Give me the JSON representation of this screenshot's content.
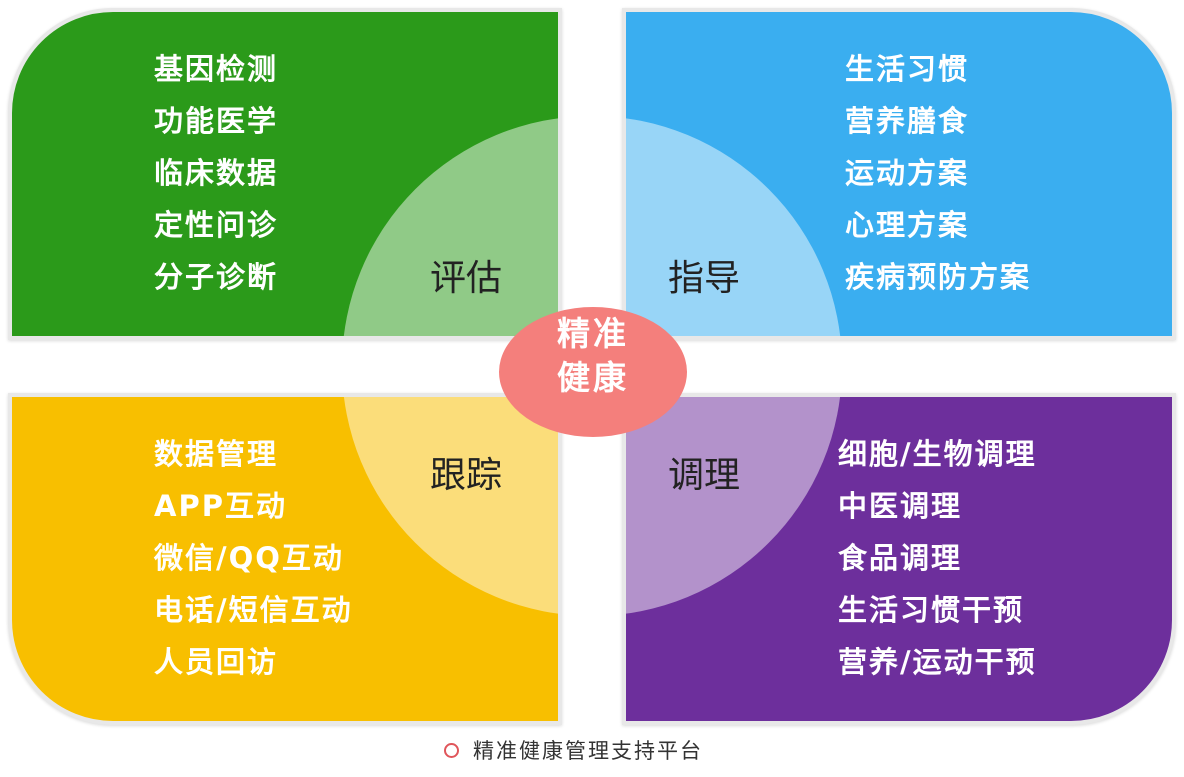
{
  "colors": {
    "evaluate": "#2b9a1a",
    "guide": "#3aaef0",
    "track": "#f8bf00",
    "condition": "#6d2f9c",
    "center": "#f47f7c",
    "circle_overlay": "#ffffff"
  },
  "quadrants": {
    "top_left": {
      "label": "评估",
      "items": [
        "基因检测",
        "功能医学",
        "临床数据",
        "定性问诊",
        "分子诊断"
      ]
    },
    "top_right": {
      "label": "指导",
      "items": [
        "生活习惯",
        "营养膳食",
        "运动方案",
        "心理方案",
        "疾病预防方案"
      ]
    },
    "bottom_left": {
      "label": "跟踪",
      "items": [
        "数据管理",
        "APP互动",
        "微信/QQ互动",
        "电话/短信互动",
        "人员回访"
      ]
    },
    "bottom_right": {
      "label": "调理",
      "items": [
        "细胞/生物调理",
        "中医调理",
        "食品调理",
        "生活习惯干预",
        "营养/运动干预"
      ]
    }
  },
  "center": {
    "line1": "精准",
    "line2": "健康"
  },
  "footer": {
    "text": "精准健康管理支持平台",
    "icon": "ring-icon"
  }
}
